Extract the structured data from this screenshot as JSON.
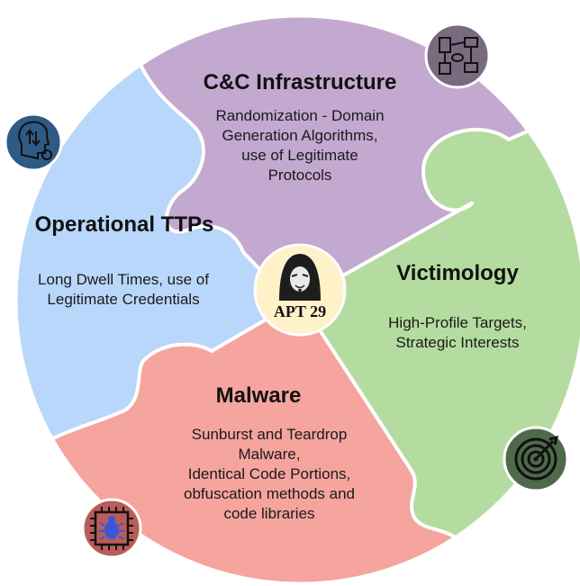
{
  "center": {
    "label": "APT 29"
  },
  "segments": {
    "cc": {
      "title": "C&C Infrastructure",
      "lines": [
        "Randomization - Domain",
        "Generation Algorithms,",
        "use of Legitimate",
        "Protocols"
      ]
    },
    "ops": {
      "title": "Operational TTPs",
      "lines": [
        "Long Dwell Times, use of",
        "Legitimate Credentials"
      ]
    },
    "vic": {
      "title": "Victimology",
      "lines": [
        "High-Profile Targets,",
        "Strategic Interests"
      ]
    },
    "mal": {
      "title": "Malware",
      "lines": [
        "Sunburst and Teardrop",
        "Malware,",
        "Identical Code Portions,",
        "obfuscation methods and",
        "code libraries"
      ]
    }
  },
  "colors": {
    "cc": "#c3a8d0",
    "ops": "#b9d7fa",
    "vic": "#b5dca0",
    "mal": "#f5a49e",
    "center": "#fff2c8"
  },
  "icons": [
    "network-diagram-icon",
    "mind-settings-icon",
    "target-icon",
    "chip-bug-icon",
    "hacker-icon"
  ]
}
